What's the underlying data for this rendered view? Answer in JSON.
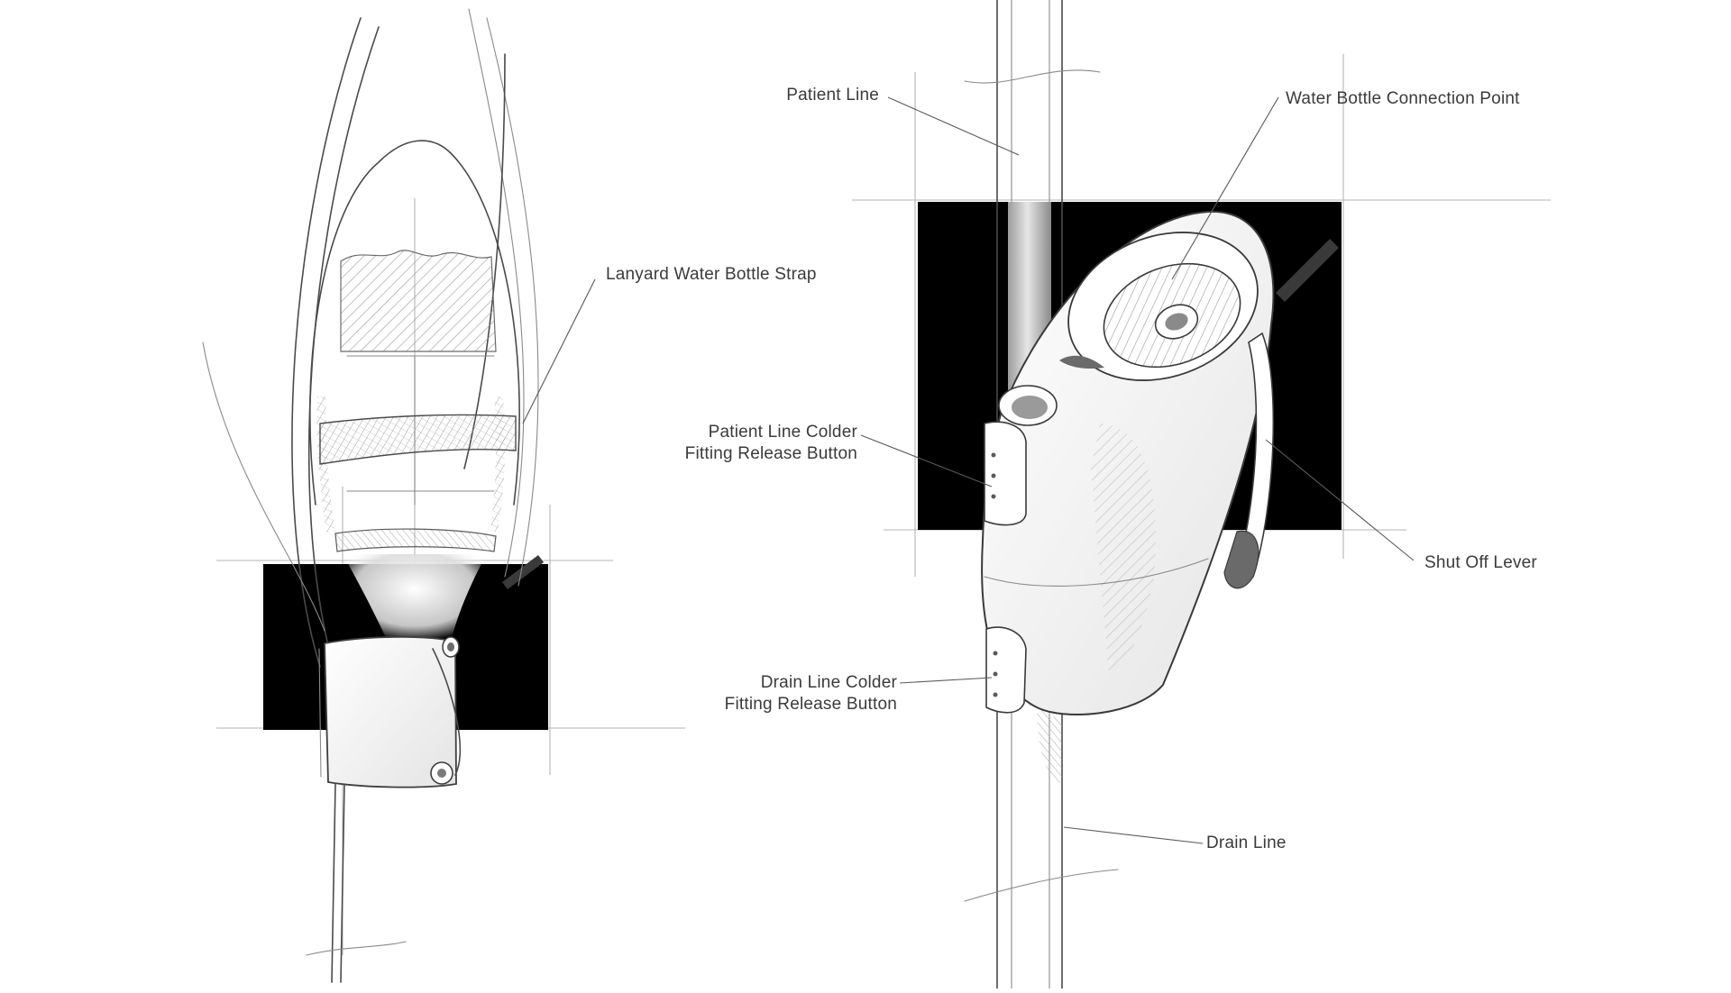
{
  "colors": {
    "ink": "#3b3b3b",
    "backdrop": "#000000",
    "paper": "#ffffff",
    "hatch": "#9a9a9a"
  },
  "callouts": {
    "lanyard_strap": "Lanyard Water Bottle Strap",
    "patient_line": "Patient Line",
    "water_bottle_connection": "Water Bottle Connection Point",
    "patient_release_line1": "Patient Line Colder",
    "patient_release_line2": "Fitting Release Button",
    "shut_off_lever": "Shut Off Lever",
    "drain_release_line1": "Drain Line Colder",
    "drain_release_line2": "Fitting Release Button",
    "drain_line": "Drain Line"
  }
}
